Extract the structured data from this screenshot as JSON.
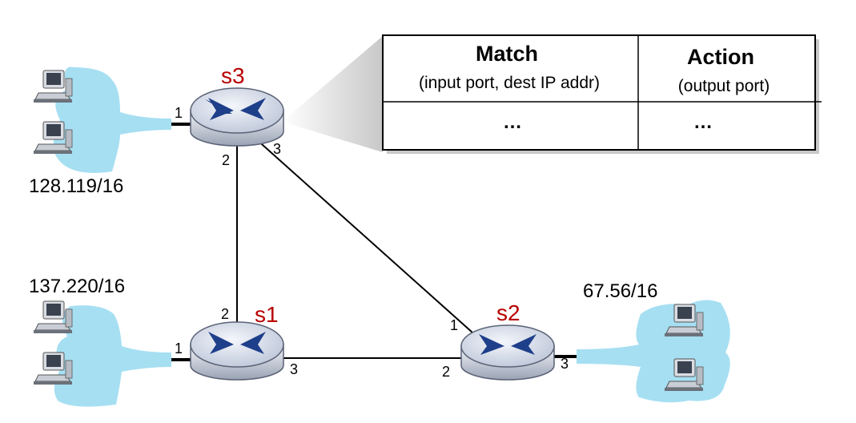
{
  "switches": {
    "s1": {
      "name": "s1"
    },
    "s2": {
      "name": "s2"
    },
    "s3": {
      "name": "s3"
    }
  },
  "subnets": {
    "left_top": "128.119/16",
    "left_bottom": "137.220/16",
    "right": "67.56/16"
  },
  "ports": {
    "s3_1": "1",
    "s3_2": "2",
    "s3_3": "3",
    "s1_1": "1",
    "s1_2": "2",
    "s1_3": "3",
    "s2_1": "1",
    "s2_2": "2",
    "s2_3": "3"
  },
  "flow_table": {
    "match_header": "Match",
    "match_sub": "(input port, dest IP addr)",
    "action_header": "Action",
    "action_sub": "(output port)",
    "match_cell": "…",
    "action_cell": "…"
  },
  "colors": {
    "switch_name": "#b80000",
    "cloud": "#a6dff2",
    "switch_body": "#d7deeb",
    "switch_arrows": "#1e3f8a"
  }
}
